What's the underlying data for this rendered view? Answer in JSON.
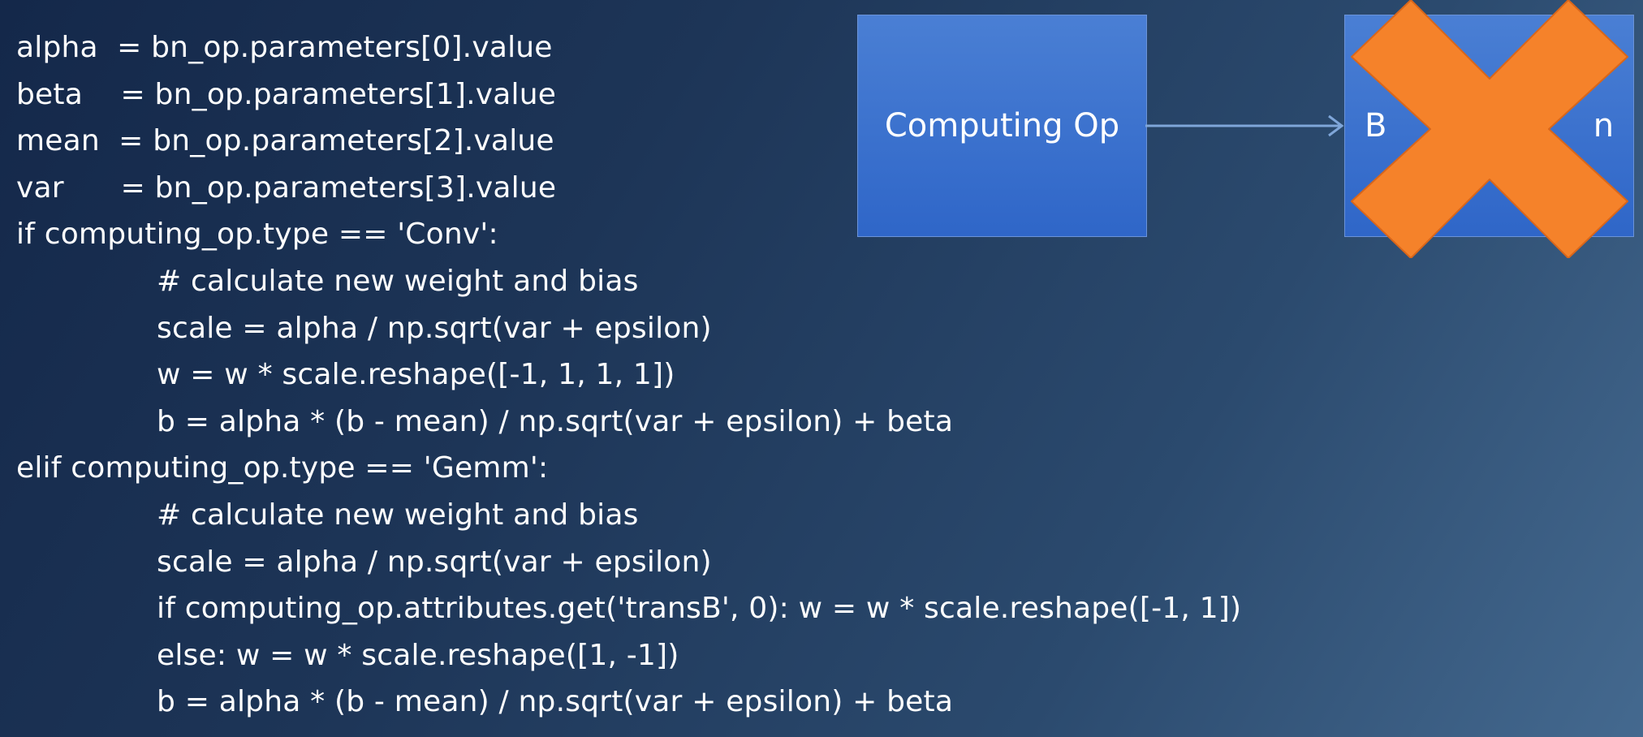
{
  "code_lines": [
    {
      "text": "alpha  = bn_op.parameters[0].value",
      "indent": 0
    },
    {
      "text": "beta    = bn_op.parameters[1].value",
      "indent": 0
    },
    {
      "text": "mean  = bn_op.parameters[2].value",
      "indent": 0
    },
    {
      "text": "var      = bn_op.parameters[3].value",
      "indent": 0
    },
    {
      "text": "if computing_op.type == 'Conv':",
      "indent": 0
    },
    {
      "text": "# calculate new weight and bias",
      "indent": 1
    },
    {
      "text": "scale = alpha / np.sqrt(var + epsilon)",
      "indent": 1
    },
    {
      "text": "w = w * scale.reshape([-1, 1, 1, 1])",
      "indent": 1
    },
    {
      "text": "b = alpha * (b - mean) / np.sqrt(var + epsilon) + beta",
      "indent": 1
    },
    {
      "text": "elif computing_op.type == 'Gemm':",
      "indent": 0
    },
    {
      "text": "# calculate new weight and bias",
      "indent": 1
    },
    {
      "text": "scale = alpha / np.sqrt(var + epsilon)",
      "indent": 1
    },
    {
      "text": "if computing_op.attributes.get('transB', 0): w = w * scale.reshape([-1, 1])",
      "indent": 1
    },
    {
      "text": "else: w = w * scale.reshape([1, -1])",
      "indent": 1
    },
    {
      "text": "b = alpha * (b - mean) / np.sqrt(var + epsilon) + beta",
      "indent": 1
    }
  ],
  "diagram": {
    "computing_box_label": "Computing Op",
    "bn_box_label_visible": "B                    n"
  },
  "colors": {
    "box_fill": "#3a72cc",
    "arrow": "#7fa6d9",
    "cross": "#f5822a",
    "cross_outline": "#d9661a"
  }
}
